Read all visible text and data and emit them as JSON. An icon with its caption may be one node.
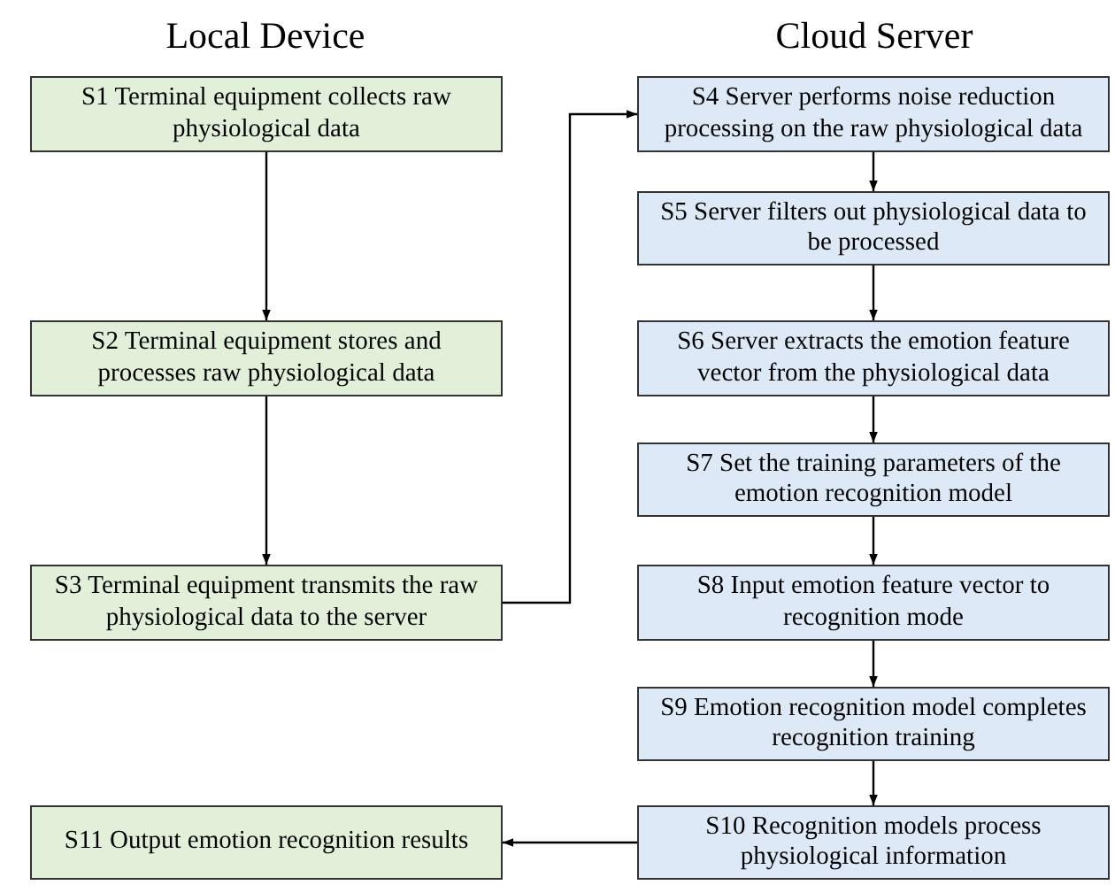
{
  "diagram": {
    "nodes": [
      {
        "text": [
          "S1 Terminal equipment collects raw physiological data"
        ]
      },
      {
        "text": [
          "S2 Terminal equipment stores and processes raw physiological data"
        ]
      },
      {
        "text": [
          "S3 Terminal equipment transmits the raw physiological data to the server"
        ]
      },
      {
        "text": [
          "S11 Output emotion recognition results"
        ]
      },
      {
        "text": [
          "S4 Server performs noise reduction processing on the raw physiological data"
        ]
      },
      {
        "text": [
          "S5 Server filters out physiological data to be processed"
        ]
      },
      {
        "text": [
          "S6 Server extracts the emotion feature vector from the physiological data"
        ]
      },
      {
        "text": [
          "S7 Set the training parameters of the emotion recognition model"
        ]
      },
      {
        "text": [
          "S8 Input emotion feature vector to recognition mode"
        ]
      },
      {
        "text": [
          "S9 Emotion recognition model completes recognition training"
        ]
      },
      {
        "text": [
          "S10 Recognition models process physiological information"
        ]
      }
    ],
    "edges": [
      {
        "from": 0,
        "to": 1,
        "arrow": "to"
      },
      {
        "from": 1,
        "to": 2,
        "arrow": "to"
      },
      {
        "from": 2,
        "to": 4,
        "arrow": "to"
      },
      {
        "from": 4,
        "to": 5,
        "arrow": "to"
      },
      {
        "from": 5,
        "to": 6,
        "arrow": "to"
      },
      {
        "from": 6,
        "to": 7,
        "arrow": "to"
      },
      {
        "from": 7,
        "to": 8,
        "arrow": "to"
      },
      {
        "from": 8,
        "to": 9,
        "arrow": "to"
      },
      {
        "from": 9,
        "to": 10,
        "arrow": "to"
      },
      {
        "from": 10,
        "to": 3,
        "arrow": "to"
      }
    ],
    "labels": [
      "Local Device",
      "Cloud Server"
    ]
  }
}
